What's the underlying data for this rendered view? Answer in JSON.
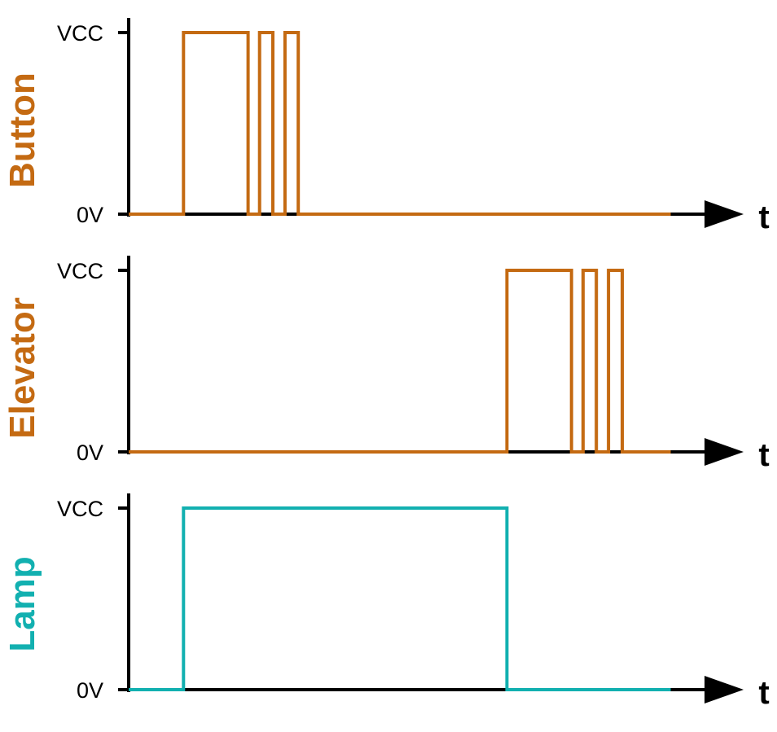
{
  "colors": {
    "axis": "#000000",
    "button": "#C46A12",
    "elevator": "#C46A12",
    "lamp": "#12B0B0"
  },
  "levels": {
    "high": "VCC",
    "low": "0V"
  },
  "time_label": "t",
  "chart_data": {
    "type": "timing-diagram",
    "x_unit": "relative time (0 = axis origin, 1 = arrow tip)",
    "signals": [
      {
        "name": "Button",
        "color": "#C46A12",
        "edges": [
          {
            "t": 0.0,
            "level": 0
          },
          {
            "t": 0.095,
            "level": 1
          },
          {
            "t": 0.207,
            "level": 0
          },
          {
            "t": 0.227,
            "level": 1
          },
          {
            "t": 0.25,
            "level": 0
          },
          {
            "t": 0.271,
            "level": 1
          },
          {
            "t": 0.294,
            "level": 0
          },
          {
            "t": 0.94,
            "level": 0
          }
        ]
      },
      {
        "name": "Elevator",
        "color": "#C46A12",
        "edges": [
          {
            "t": 0.0,
            "level": 0
          },
          {
            "t": 0.656,
            "level": 1
          },
          {
            "t": 0.768,
            "level": 0
          },
          {
            "t": 0.788,
            "level": 1
          },
          {
            "t": 0.811,
            "level": 0
          },
          {
            "t": 0.832,
            "level": 1
          },
          {
            "t": 0.856,
            "level": 0
          },
          {
            "t": 0.94,
            "level": 0
          }
        ]
      },
      {
        "name": "Lamp",
        "color": "#12B0B0",
        "edges": [
          {
            "t": 0.0,
            "level": 0
          },
          {
            "t": 0.095,
            "level": 1
          },
          {
            "t": 0.656,
            "level": 0
          },
          {
            "t": 0.94,
            "level": 0
          }
        ]
      }
    ]
  }
}
